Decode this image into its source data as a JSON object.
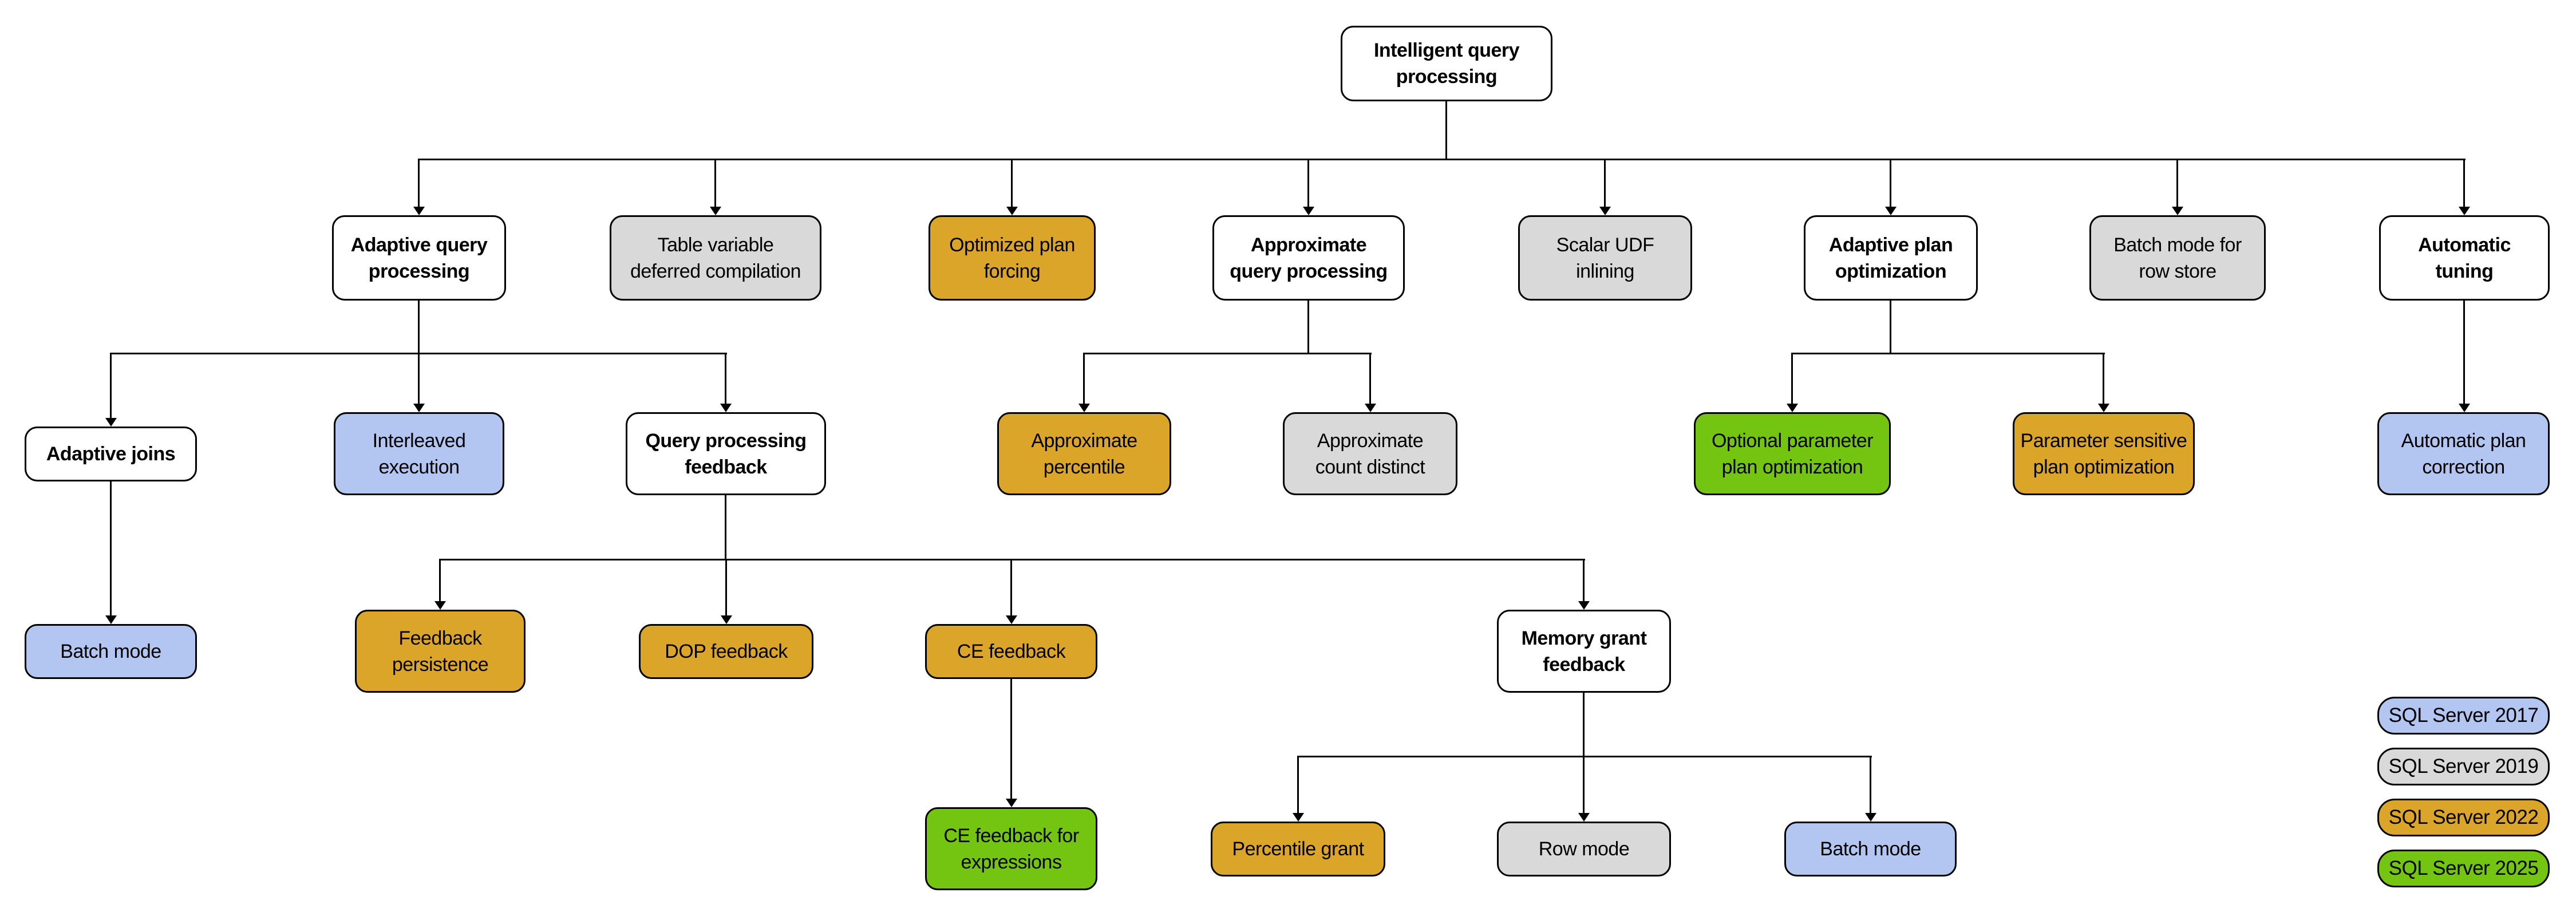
{
  "diagram_title": "Intelligent query processing",
  "palette": {
    "plain": "#FFFFFF",
    "v2017": "#B3C6F2",
    "v2019": "#D9D9D9",
    "v2022": "#DBA52A",
    "v2025": "#73C512",
    "border": "#000000"
  },
  "nodes": [
    {
      "id": "intelligent-query-processing",
      "label": "Intelligent query\nprocessing",
      "version": "plain",
      "children": [
        "adaptive-query-processing",
        "table-variable-deferred-compilation",
        "optimized-plan-forcing",
        "approximate-query-processing",
        "scalar-udf-inlining",
        "adaptive-plan-optimization",
        "batch-mode-for-row-store",
        "automatic-tuning"
      ]
    },
    {
      "id": "adaptive-query-processing",
      "label": "Adaptive query\nprocessing",
      "version": "plain",
      "children": [
        "adaptive-joins",
        "interleaved-execution",
        "query-processing-feedback"
      ]
    },
    {
      "id": "table-variable-deferred-compilation",
      "label": "Table variable\ndeferred compilation",
      "version": "v2019",
      "children": []
    },
    {
      "id": "optimized-plan-forcing",
      "label": "Optimized plan\nforcing",
      "version": "v2022",
      "children": []
    },
    {
      "id": "approximate-query-processing",
      "label": "Approximate\nquery processing",
      "version": "plain",
      "children": [
        "approximate-percentile",
        "approximate-count-distinct"
      ]
    },
    {
      "id": "scalar-udf-inlining",
      "label": "Scalar UDF\ninlining",
      "version": "v2019",
      "children": []
    },
    {
      "id": "adaptive-plan-optimization",
      "label": "Adaptive plan\noptimization",
      "version": "plain",
      "children": [
        "optional-parameter-plan-optimization",
        "parameter-sensitive-plan-optimization"
      ]
    },
    {
      "id": "batch-mode-for-row-store",
      "label": "Batch mode for\nrow store",
      "version": "v2019",
      "children": []
    },
    {
      "id": "automatic-tuning",
      "label": "Automatic\ntuning",
      "version": "plain",
      "children": [
        "automatic-plan-correction"
      ]
    },
    {
      "id": "adaptive-joins",
      "label": "Adaptive joins",
      "version": "plain",
      "children": [
        "batch-mode-adaptive-joins"
      ]
    },
    {
      "id": "interleaved-execution",
      "label": "Interleaved\nexecution",
      "version": "v2017",
      "children": []
    },
    {
      "id": "query-processing-feedback",
      "label": "Query processing\nfeedback",
      "version": "plain",
      "children": [
        "feedback-persistence",
        "dop-feedback",
        "ce-feedback",
        "memory-grant-feedback"
      ]
    },
    {
      "id": "approximate-percentile",
      "label": "Approximate\npercentile",
      "version": "v2022",
      "children": []
    },
    {
      "id": "approximate-count-distinct",
      "label": "Approximate\ncount distinct",
      "version": "v2019",
      "children": []
    },
    {
      "id": "optional-parameter-plan-optimization",
      "label": "Optional parameter\nplan optimization",
      "version": "v2025",
      "children": []
    },
    {
      "id": "parameter-sensitive-plan-optimization",
      "label": "Parameter sensitive\nplan optimization",
      "version": "v2022",
      "children": []
    },
    {
      "id": "automatic-plan-correction",
      "label": "Automatic plan\ncorrection",
      "version": "v2017",
      "children": []
    },
    {
      "id": "batch-mode-adaptive-joins",
      "label": "Batch mode",
      "version": "v2017",
      "children": []
    },
    {
      "id": "feedback-persistence",
      "label": "Feedback\npersistence",
      "version": "v2022",
      "children": []
    },
    {
      "id": "dop-feedback",
      "label": "DOP feedback",
      "version": "v2022",
      "children": []
    },
    {
      "id": "ce-feedback",
      "label": "CE feedback",
      "version": "v2022",
      "children": [
        "ce-feedback-for-expressions"
      ]
    },
    {
      "id": "memory-grant-feedback",
      "label": "Memory grant\nfeedback",
      "version": "plain",
      "children": [
        "percentile-grant",
        "row-mode",
        "batch-mode-memory-grant"
      ]
    },
    {
      "id": "ce-feedback-for-expressions",
      "label": "CE feedback for\nexpressions",
      "version": "v2025",
      "children": []
    },
    {
      "id": "percentile-grant",
      "label": "Percentile grant",
      "version": "v2022",
      "children": []
    },
    {
      "id": "row-mode",
      "label": "Row mode",
      "version": "v2019",
      "children": []
    },
    {
      "id": "batch-mode-memory-grant",
      "label": "Batch mode",
      "version": "v2017",
      "children": []
    }
  ],
  "legend": {
    "items": [
      {
        "label": "SQL Server 2017",
        "version": "v2017"
      },
      {
        "label": "SQL Server 2019",
        "version": "v2019"
      },
      {
        "label": "SQL Server 2022",
        "version": "v2022"
      },
      {
        "label": "SQL Server 2025",
        "version": "v2025"
      }
    ]
  }
}
